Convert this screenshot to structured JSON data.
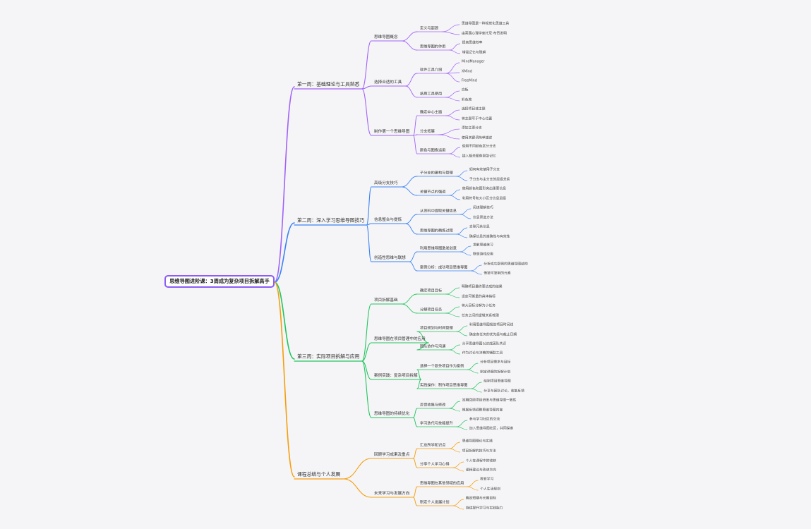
{
  "colors": {
    "background": "#f5f5f7",
    "branches": [
      "#a162f7",
      "#3b82f6",
      "#22c55e",
      "#f59e0b"
    ],
    "root_border": "#8b5cf6"
  },
  "root": "思维导图进阶课：3周成为复杂项目拆解高手",
  "branches": [
    {
      "label": "第一周：基础理论与工具熟悉",
      "children": [
        {
          "label": "思维导图概念",
          "children": [
            {
              "label": "定义与起源",
              "children": [
                "思维导图是一种视觉化思维工具",
                "由英国心理学家托尼·布赞发明"
              ]
            },
            {
              "label": "思维导图的作用",
              "children": [
                "提高思维效率",
                "增强记忆与理解"
              ]
            }
          ]
        },
        {
          "label": "选择合适的工具",
          "children": [
            {
              "label": "软件工具介绍",
              "children": [
                "MindManager",
                "XMind",
                "FreeMind"
              ]
            },
            {
              "label": "纸质工具使用",
              "children": [
                "白板",
                "彩色笔"
              ]
            }
          ]
        },
        {
          "label": "制作第一个思维导图",
          "children": [
            {
              "label": "确定中心主题",
              "children": [
                "选择项目或主题",
                "将主题写于中心位置"
              ]
            },
            {
              "label": "分支拓展",
              "children": [
                "添加主要分支",
                "使用关键词简单描述"
              ]
            },
            {
              "label": "颜色与图像运用",
              "children": [
                "使用不同颜色区分分支",
                "插入相关图像帮助记忆"
              ]
            }
          ]
        }
      ]
    },
    {
      "label": "第二周：深入学习思维导图技巧",
      "children": [
        {
          "label": "高级分支技巧",
          "children": [
            {
              "label": "子分支的建构与管理",
              "children": [
                "如何有效使用子分支",
                "子分支与主分支的层级关系"
              ]
            },
            {
              "label": "关键节点的强调",
              "children": [
                "使用颜色和图形突出重要信息",
                "利用符号和大小区分信息层级"
              ]
            }
          ]
        },
        {
          "label": "信息整合与提炼",
          "children": [
            {
              "label": "从资料中提取关键信息",
              "children": [
                "阅读理解技巧",
                "信息筛选方法"
              ]
            },
            {
              "label": "思维导图的精炼过程",
              "children": [
                "去除冗余信息",
                "确保信息的准确性与有效性"
              ]
            }
          ]
        },
        {
          "label": "创造性思维与联想",
          "children": [
            {
              "label": "利用思维导图激发创意",
              "children": [
                "发散思维练习",
                "联想游戏应用"
              ]
            },
            {
              "label": "案例分析：成功项目思维导图",
              "children": [
                "分析成功案例的思维导图结构",
                "借鉴可复制的元素"
              ]
            }
          ]
        }
      ]
    },
    {
      "label": "第三周：实际项目拆解与应用",
      "children": [
        {
          "label": "项目拆解基础",
          "children": [
            {
              "label": "确定项目目标",
              "children": [
                "明确项目最终要达成的结果",
                "设定可衡量的具体指标"
              ]
            },
            {
              "label": "分解项目任务",
              "children": [
                "将大目标分解为小任务",
                "任务之间的逻辑关系梳理"
              ]
            }
          ]
        },
        {
          "label": "思维导图在项目管理中的应用",
          "children": [
            {
              "label": "项目规划与时间管理",
              "children": [
                "利用思维导图规划项目时间线",
                "确定各任务的优先级与截止日期"
              ]
            },
            {
              "label": "团队协作与沟通",
              "children": [
                "分享思维导图以达成团队共识",
                "作为讨论与决策的辅助工具"
              ]
            }
          ]
        },
        {
          "label": "案例实践：复杂项目拆解",
          "children": [
            {
              "label": "选择一个复杂项目作为案例",
              "children": [
                "分析项目需求与目标",
                "制定详细的拆解计划"
              ]
            },
            {
              "label": "实践操作：制作项目思维导图",
              "children": [
                "绘制项目思维导图",
                "分享与团队讨论，收集反馈"
              ]
            }
          ]
        },
        {
          "label": "思维导图的持续优化",
          "children": [
            {
              "label": "反馈收集与修改",
              "children": [
                "定期回顾项目进度与思维导图一致性",
                "根据反馈调整思维导图内容"
              ]
            },
            {
              "label": "学习迭代与技能提升",
              "children": [
                "参与学习社区的交流",
                "加入思维导图社区，共同探索"
              ]
            }
          ]
        }
      ]
    },
    {
      "label": "课程总结与个人发展",
      "children": [
        {
          "label": "回顾学习成果及重点",
          "children": [
            {
              "label": "汇总所学知识点",
              "children": [
                "思维导图理论与实践",
                "项目拆解的技巧与方法"
              ]
            },
            {
              "label": "分享个人学习心得",
              "children": [
                "个人在课程中的收获",
                "课程建议与改进方向"
              ]
            }
          ]
        },
        {
          "label": "未来学习与发展方向",
          "children": [
            {
              "label": "思维导图在其他领域的应用",
              "children": [
                "教育学习",
                "个人生活规划"
              ]
            },
            {
              "label": "制定个人发展计划",
              "children": [
                "确定短期与长期目标",
                "持续提升学习与实践能力"
              ]
            }
          ]
        }
      ]
    }
  ]
}
